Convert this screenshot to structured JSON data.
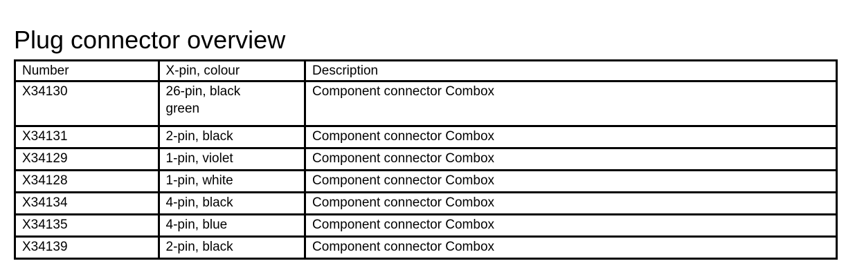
{
  "page": {
    "title": "Plug connector overview",
    "background_color": "#ffffff",
    "text_color": "#000000",
    "border_color": "#000000"
  },
  "table": {
    "columns": [
      {
        "key": "number",
        "label": "Number"
      },
      {
        "key": "xpin_colour",
        "label": "X-pin, colour"
      },
      {
        "key": "description",
        "label": "Description"
      }
    ],
    "rows": [
      {
        "number": "X34130",
        "xpin_colour": "26-pin, black\ngreen",
        "description": "Component connector Combox",
        "tall": true
      },
      {
        "number": "X34131",
        "xpin_colour": "2-pin, black",
        "description": "Component connector Combox",
        "tall": false
      },
      {
        "number": "X34129",
        "xpin_colour": "1-pin, violet",
        "description": "Component connector Combox",
        "tall": false
      },
      {
        "number": "X34128",
        "xpin_colour": "1-pin, white",
        "description": "Component connector Combox",
        "tall": false
      },
      {
        "number": "X34134",
        "xpin_colour": "4-pin, black",
        "description": "Component connector Combox",
        "tall": false
      },
      {
        "number": "X34135",
        "xpin_colour": "4-pin, blue",
        "description": "Component connector Combox",
        "tall": false
      },
      {
        "number": "X34139",
        "xpin_colour": "2-pin, black",
        "description": "Component connector Combox",
        "tall": false
      }
    ]
  }
}
